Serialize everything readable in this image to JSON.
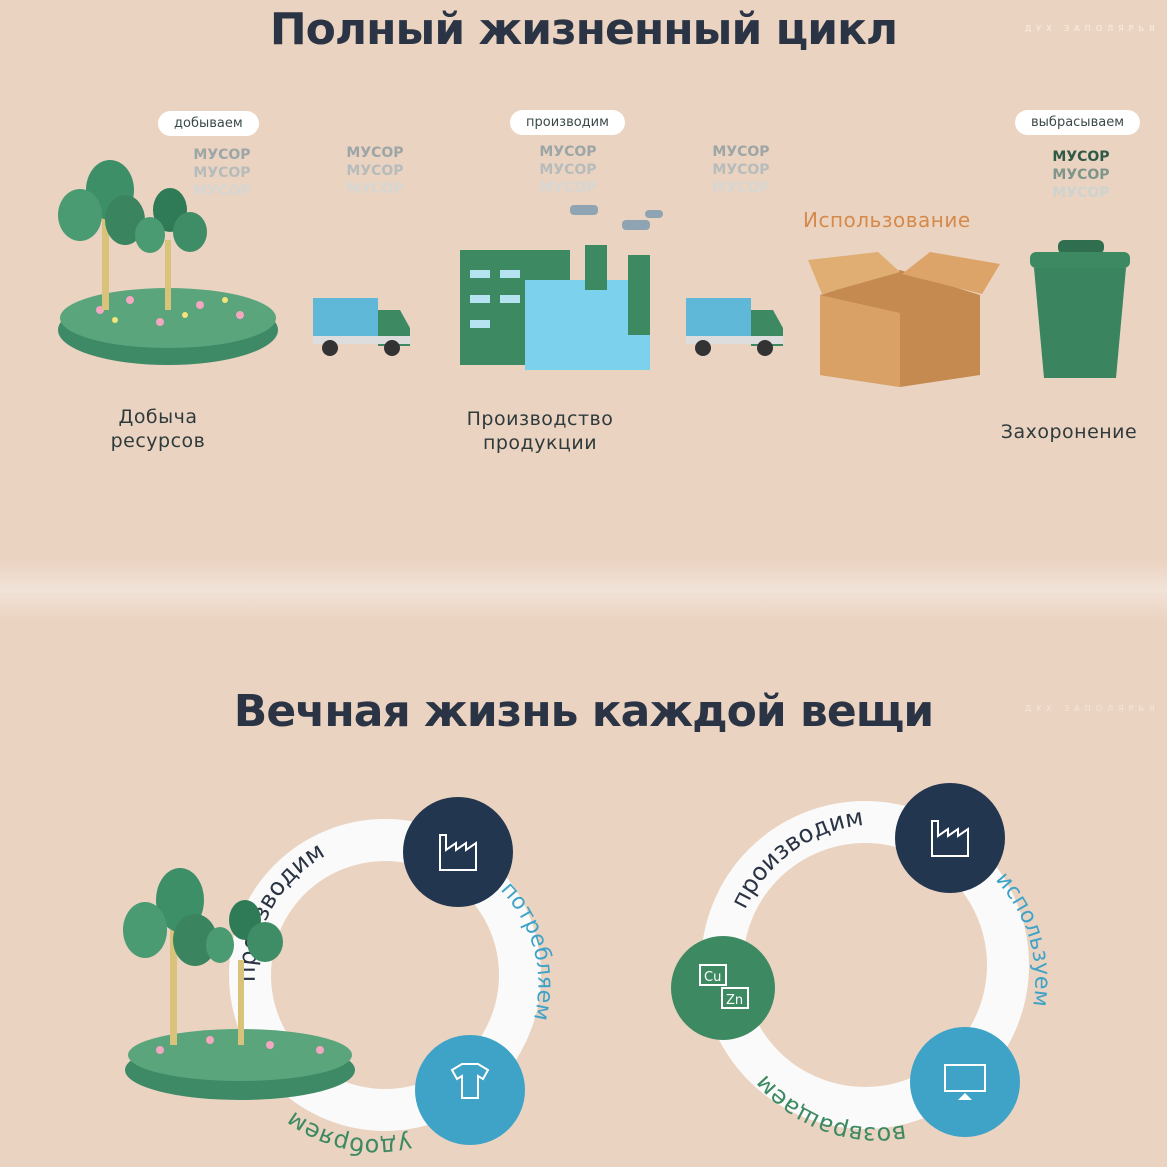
{
  "watermark": "ДУХ ЗАПОЛЯРЬЯ",
  "section1": {
    "title": "Полный жизненный цикл",
    "stages": [
      {
        "pill": "добываем",
        "trash": [
          "МУСОР",
          "МУСОР",
          "МУСОР"
        ],
        "label1": "Добыча",
        "label2": "ресурсов"
      },
      {
        "trash": [
          "МУСОР",
          "МУСОР",
          "МУСОР"
        ]
      },
      {
        "pill": "производим",
        "trash": [
          "МУСОР",
          "МУСОР",
          "МУСОР"
        ],
        "label1": "Производство",
        "label2": "продукции"
      },
      {
        "trash": [
          "МУСОР",
          "МУСОР",
          "МУСОР"
        ]
      },
      {
        "pill": "выбрасываем",
        "trash": [
          "МУСОР",
          "МУСОР",
          "МУСОР"
        ],
        "label1": "Захоронение"
      }
    ],
    "usage_label": "Использование"
  },
  "section2": {
    "title": "Вечная жизнь каждой вещи",
    "left_cycle": {
      "produce": "производим",
      "consume": "потребляем",
      "fertilize": "удобряем"
    },
    "right_cycle": {
      "produce": "производим",
      "use": "используем",
      "return": "возвращаем",
      "element1": "Cu",
      "element2": "Zn"
    }
  },
  "colors": {
    "background": "#ebd3c1",
    "navy": "#233650",
    "green": "#3d8a62",
    "blue": "#3ea3c7",
    "orange": "#d48a4a",
    "title": "#2b3445"
  }
}
